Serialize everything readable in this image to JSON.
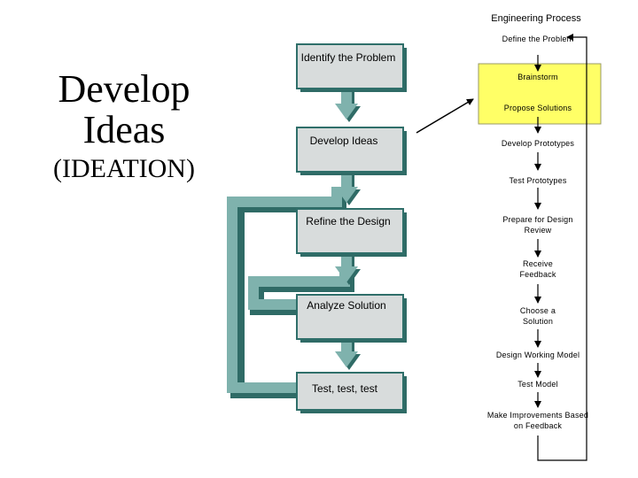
{
  "slide": {
    "title": "Develop Ideas",
    "subtitle": "(IDEATION)"
  },
  "design_loop": {
    "boxes": [
      "Identify the Problem",
      "Develop Ideas",
      "Refine the Design",
      "Analyze Solution",
      "Test, test, test"
    ]
  },
  "engineering_process": {
    "title": "Engineering Process",
    "steps": [
      "Define the Problem",
      "Brainstorm",
      "Propose Solutions",
      "Develop Prototypes",
      "Test Prototypes",
      "Prepare for Design Review",
      "Receive Feedback",
      "Choose a Solution",
      "Design Working Model",
      "Test Model",
      "Make Improvements Based on Feedback"
    ],
    "highlight_color": "#ffff66",
    "highlighted_steps": [
      "Brainstorm",
      "Propose Solutions"
    ]
  },
  "colors": {
    "box_fill": "#d8dcdc",
    "box_border": "#2f6f6a",
    "arrow_fill": "#7fb2ad",
    "arrow_shadow": "#2f6b66"
  }
}
